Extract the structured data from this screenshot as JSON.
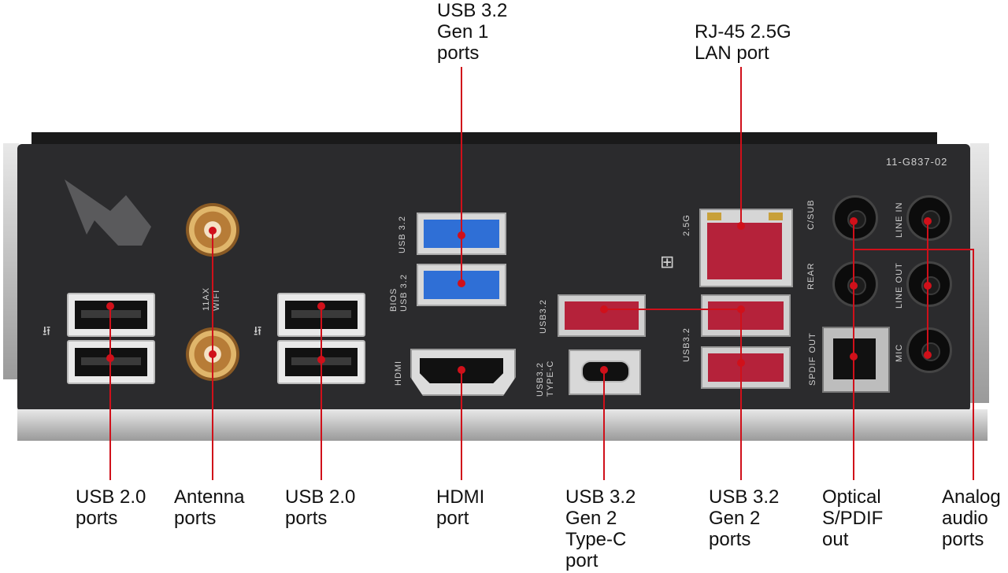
{
  "callouts": {
    "usb20_left": "USB 2.0\nports",
    "antenna": "Antenna\nports",
    "usb20_right": "USB 2.0\nports",
    "usb32_gen1": "USB 3.2\nGen 1\nports",
    "hdmi": "HDMI\nport",
    "usbc": "USB 3.2\nGen 2\nType-C\nport",
    "rj45": "RJ-45 2.5G\nLAN port",
    "usb32_gen2": "USB 3.2\nGen 2\nports",
    "optical": "Optical\nS/PDIF\nout",
    "analog": "Analog\naudio\nports"
  },
  "silkscreen": {
    "part_no": "11-G837-02",
    "wifi": "11AX\nWIFI",
    "usb32_top": "USB 3.2",
    "bios_usb": "BIOS\nUSB 3.2",
    "hdmi": "HDMI",
    "usb32_red1": "USB3.2",
    "usbc": "USB3.2\nTYPE-C",
    "usb32_red2": "USB3.2",
    "lan": "2.5G",
    "c_sub": "C/SUB",
    "rear": "REAR",
    "spdif": "SPDIF OUT",
    "line_in": "LINE IN",
    "line_out": "LINE OUT",
    "mic": "MIC"
  },
  "colors": {
    "leader": "#d0101a",
    "plate": "#2b2b2d",
    "usb_blue": "#2f6fd6",
    "usb_red": "#b5223a"
  }
}
